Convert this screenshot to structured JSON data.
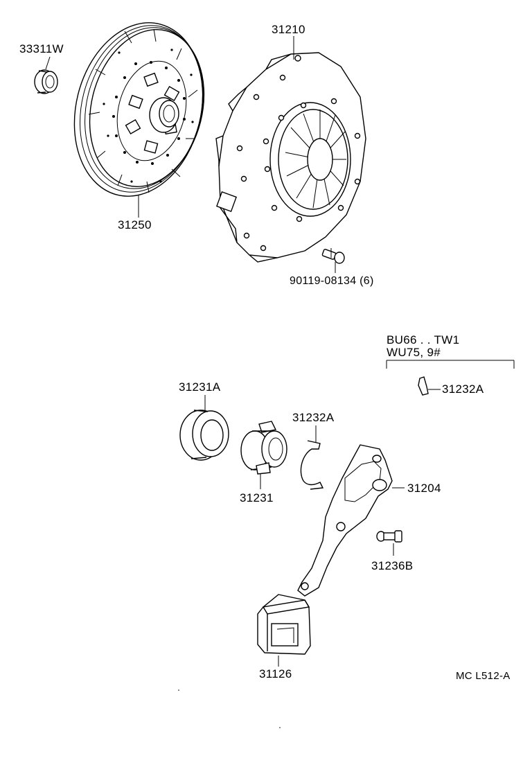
{
  "diagram": {
    "parts": [
      {
        "key": "p33311w",
        "label": "33311W",
        "icon": "pilot-bearing-icon"
      },
      {
        "key": "p31250",
        "label": "31250",
        "icon": "clutch-disc-icon"
      },
      {
        "key": "p31210",
        "label": "31210",
        "icon": "pressure-plate-icon"
      },
      {
        "key": "p90119",
        "label": "90119-08134 (6)",
        "icon": "bolt-icon"
      },
      {
        "key": "p31231a",
        "label": "31231A",
        "icon": "release-bearing-icon"
      },
      {
        "key": "p31231",
        "label": "31231",
        "icon": "bearing-hub-icon"
      },
      {
        "key": "p31232a_clip",
        "label": "31232A",
        "icon": "clip-icon"
      },
      {
        "key": "p31232a_alt",
        "label": "31232A",
        "icon": "clip-icon"
      },
      {
        "key": "p31204",
        "label": "31204",
        "icon": "release-fork-icon"
      },
      {
        "key": "p31236b",
        "label": "31236B",
        "icon": "pivot-bolt-icon"
      },
      {
        "key": "p31126",
        "label": "31126",
        "icon": "boot-icon"
      }
    ],
    "applicability": {
      "line1": "BU66 . . TW1",
      "line2": "WU75, 9#"
    },
    "figure_code": "MC L512-A"
  }
}
